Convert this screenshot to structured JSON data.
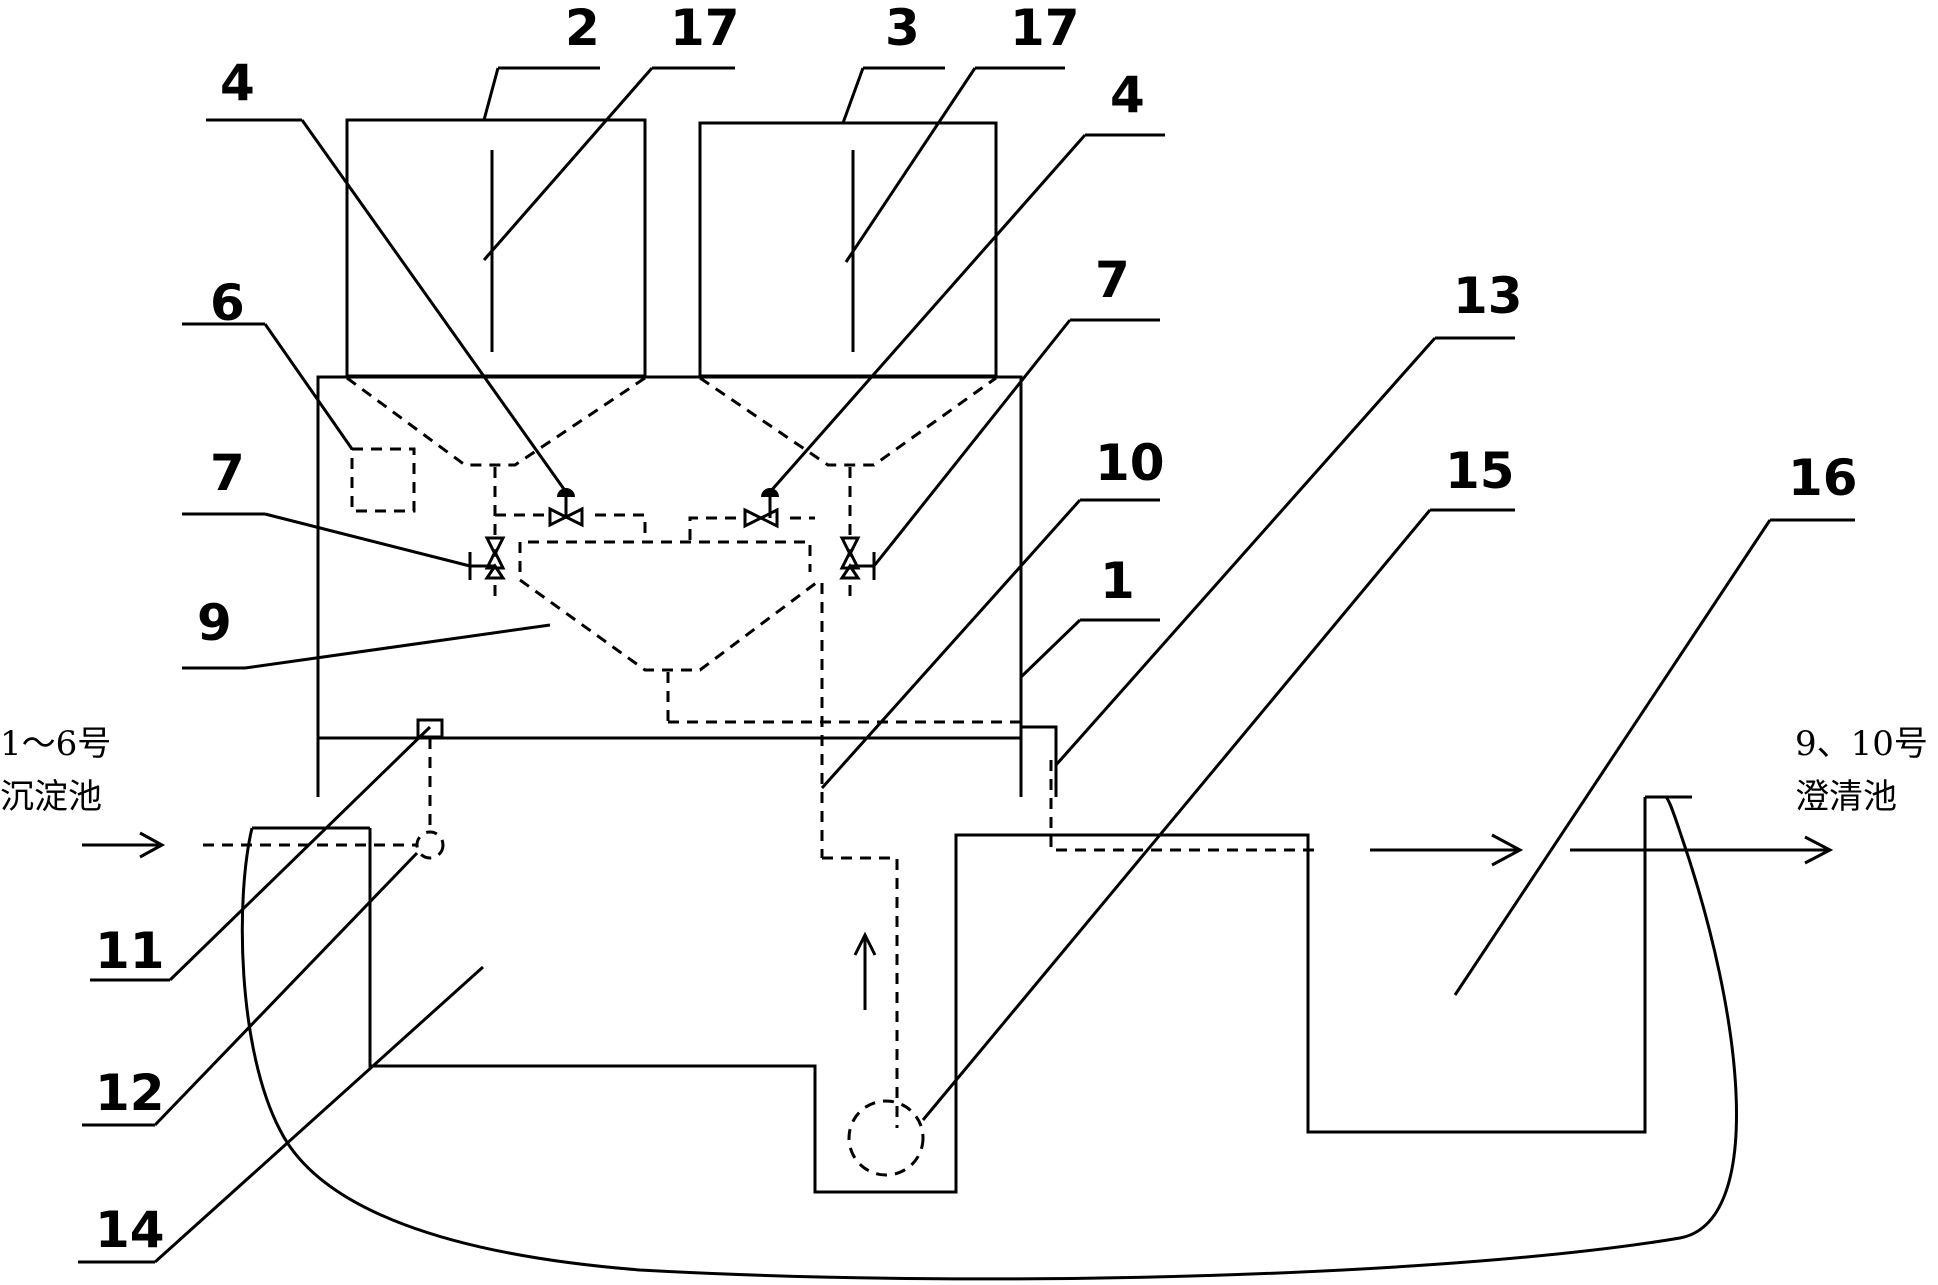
{
  "labels": {
    "l1": "1",
    "l2": "2",
    "l3": "3",
    "l4a": "4",
    "l4b": "4",
    "l6": "6",
    "l7a": "7",
    "l7b": "7",
    "l9": "9",
    "l10": "10",
    "l11": "11",
    "l12": "12",
    "l13": "13",
    "l14": "14",
    "l15": "15",
    "l16": "16",
    "l17a": "17",
    "l17b": "17"
  },
  "inlet": {
    "line1": "1～6号",
    "line2": "沉淀池"
  },
  "outlet": {
    "line1": "9、10号",
    "line2": "澄清池"
  }
}
